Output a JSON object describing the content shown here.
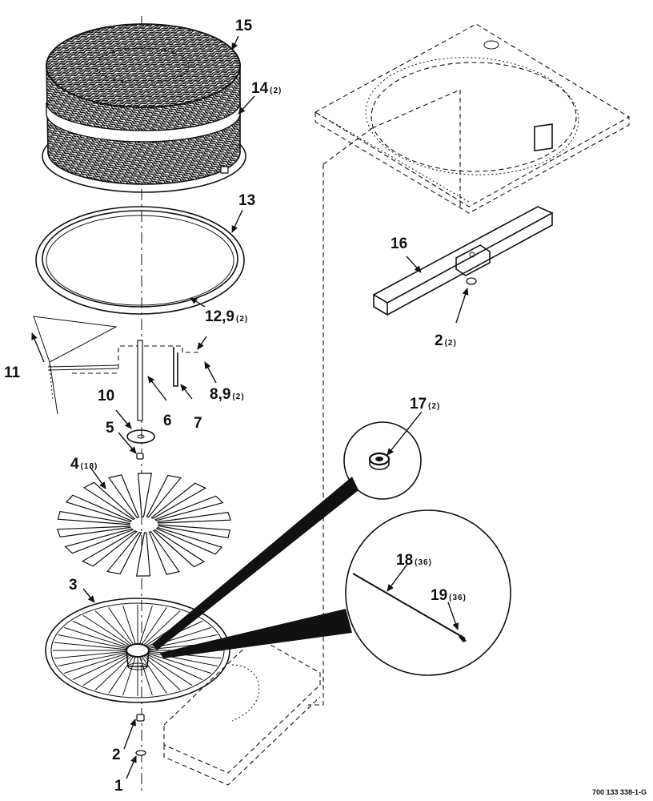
{
  "callouts": {
    "c1": {
      "num": "1",
      "qty": ""
    },
    "c2a": {
      "num": "2",
      "qty": ""
    },
    "c2b": {
      "num": "2",
      "qty": "(2)"
    },
    "c3": {
      "num": "3",
      "qty": ""
    },
    "c4": {
      "num": "4",
      "qty": "(18)"
    },
    "c5": {
      "num": "5",
      "qty": ""
    },
    "c6": {
      "num": "6",
      "qty": ""
    },
    "c7": {
      "num": "7",
      "qty": ""
    },
    "c8": {
      "num": "8,9",
      "qty": "(2)"
    },
    "c10": {
      "num": "10",
      "qty": ""
    },
    "c11": {
      "num": "11",
      "qty": ""
    },
    "c12": {
      "num": "12,9",
      "qty": "(2)"
    },
    "c13": {
      "num": "13",
      "qty": ""
    },
    "c14": {
      "num": "14",
      "qty": "(2)"
    },
    "c15": {
      "num": "15",
      "qty": ""
    },
    "c16": {
      "num": "16",
      "qty": ""
    },
    "c17": {
      "num": "17",
      "qty": "(2)"
    },
    "c18": {
      "num": "18",
      "qty": "(36)"
    },
    "c19": {
      "num": "19",
      "qty": "(36)"
    }
  },
  "drawing_number": "700 133 338-1-G"
}
